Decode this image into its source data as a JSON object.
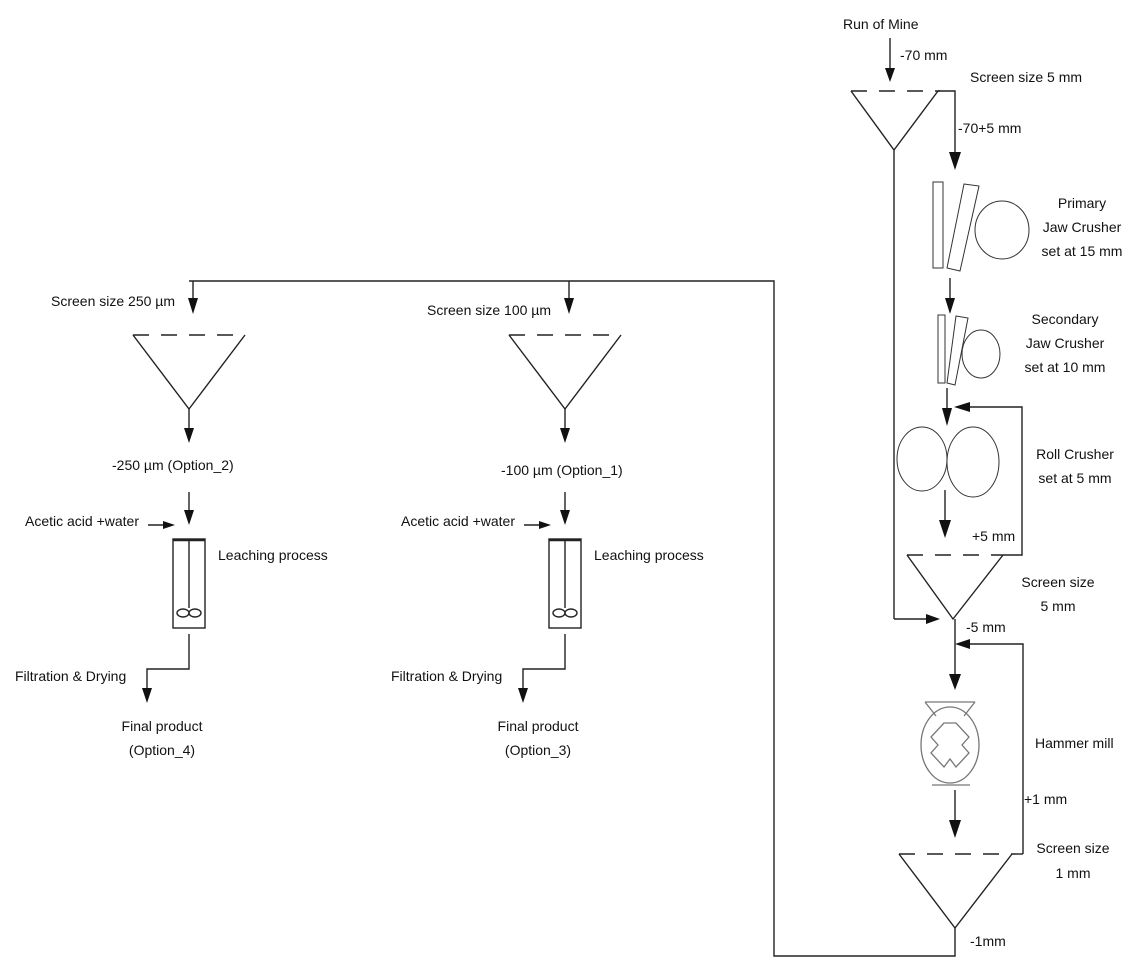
{
  "diagram": {
    "type": "process-flowsheet",
    "feed": {
      "label": "Run of Mine",
      "size": "-70 mm"
    },
    "crushing_circuit": {
      "screen_1": {
        "label": "Screen size 5 mm",
        "oversize": "-70+5 mm"
      },
      "primary_jaw": {
        "line1": "Primary",
        "line2": "Jaw Crusher",
        "line3": "set at 15 mm"
      },
      "secondary_jaw": {
        "line1": "Secondary",
        "line2": "Jaw Crusher",
        "line3": "set at 10 mm"
      },
      "roll_crusher": {
        "line1": "Roll Crusher",
        "line2": "set at 5 mm"
      },
      "screen_2": {
        "line1": "Screen size",
        "line2": "5 mm",
        "oversize": "+5 mm",
        "undersize": "-5 mm"
      },
      "hammer_mill": {
        "label": "Hammer mill"
      },
      "screen_3": {
        "line1": "Screen size",
        "line2": "1 mm",
        "oversize": "+1 mm",
        "undersize": "-1mm"
      }
    },
    "branches": [
      {
        "screen_label": "Screen size  250 µm",
        "undersize": "-250 µm (Option_2)",
        "reagent": "Acetic acid +water",
        "process": "Leaching process",
        "post": "Filtration & Drying",
        "product_line1": "Final product",
        "product_line2": "(Option_4)"
      },
      {
        "screen_label": "Screen size  100 µm",
        "undersize": "-100 µm (Option_1)",
        "reagent": "Acetic acid +water",
        "process": "Leaching process",
        "post": "Filtration & Drying",
        "product_line1": "Final product",
        "product_line2": "(Option_3)"
      }
    ]
  }
}
